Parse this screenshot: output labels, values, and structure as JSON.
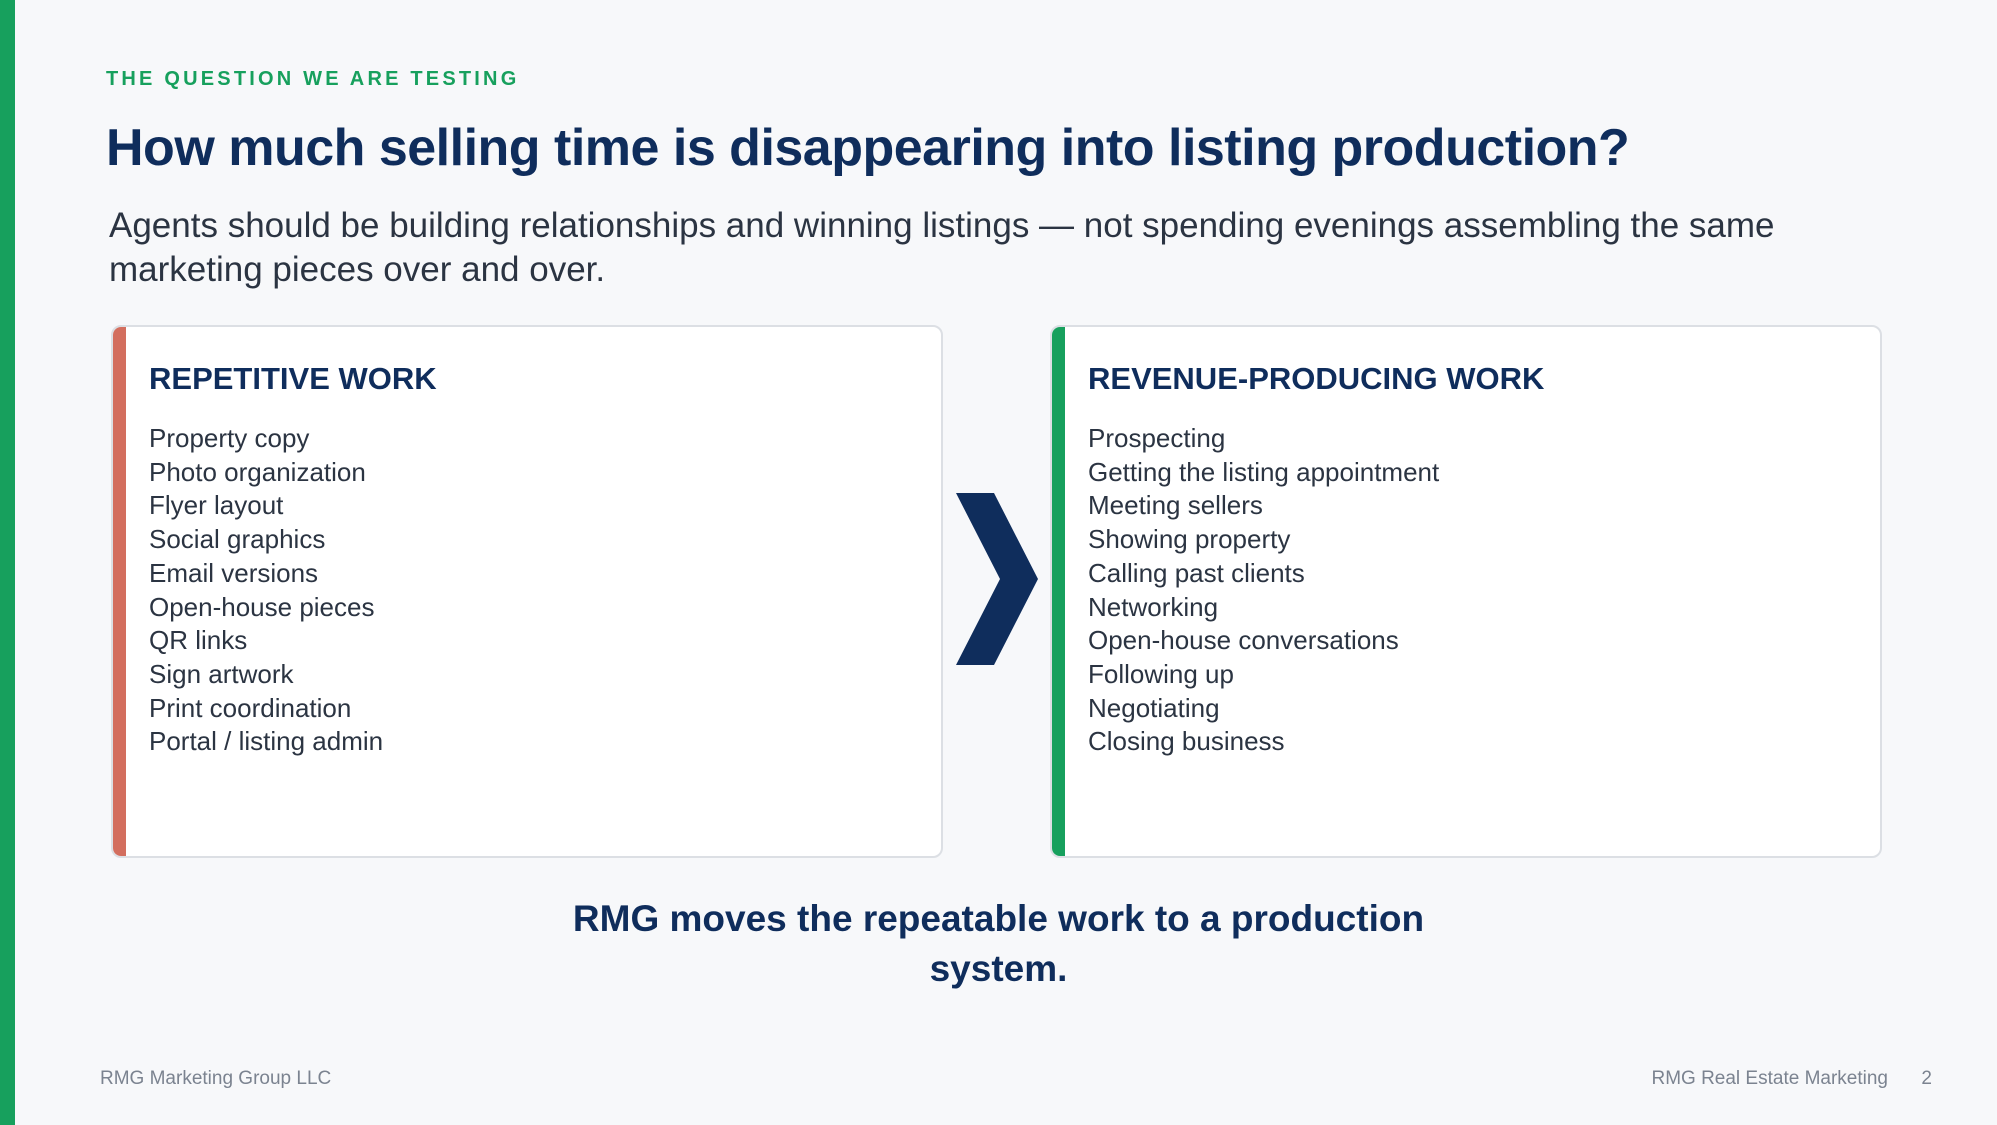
{
  "slide": {
    "eyebrow": "THE QUESTION WE ARE TESTING",
    "title": "How much selling time is disappearing into listing production?",
    "subtitle": "Agents should be building relationships and winning listings — not spending evenings assembling the same marketing pieces over and over.",
    "closing_line1": "RMG moves the repeatable work to a production",
    "closing_line2": "system."
  },
  "cards": {
    "left": {
      "heading": "REPETITIVE WORK",
      "accent_color": "#d36e5e",
      "items": [
        "Property copy",
        "Photo organization",
        "Flyer layout",
        "Social graphics",
        "Email versions",
        "Open-house pieces",
        "QR links",
        "Sign artwork",
        "Print coordination",
        "Portal / listing admin"
      ]
    },
    "right": {
      "heading": "REVENUE-PRODUCING WORK",
      "accent_color": "#17a05d",
      "items": [
        "Prospecting",
        "Getting the listing appointment",
        "Meeting sellers",
        "Showing property",
        "Calling past clients",
        "Networking",
        "Open-house conversations",
        "Following up",
        "Negotiating",
        "Closing business"
      ]
    }
  },
  "icons": {
    "transition": "chevron-right-icon"
  },
  "footer": {
    "left": "RMG Marketing Group LLC",
    "right": "RMG Real Estate Marketing",
    "page_number": "2"
  },
  "colors": {
    "brand_green": "#17a05d",
    "navy": "#0f2d5c",
    "coral": "#d36e5e"
  }
}
